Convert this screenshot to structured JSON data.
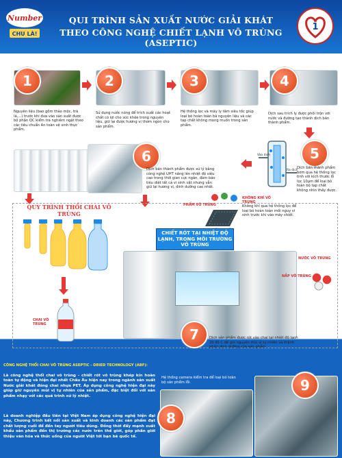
{
  "header": {
    "title_line1": "QUI TRÌNH SẢN XUẤT NƯỚC GIẢI KHÁT",
    "title_line2": "THEO CÔNG NGHỆ CHIẾT LẠNH VÔ TRÙNG (ASEPTIC)",
    "logo_text": "Number",
    "logo_badge": "CHU LÀ!",
    "colors": {
      "header_blue": "#0d47a1",
      "step_orange": "#e64a19",
      "accent_red": "#e53935",
      "panel_blue": "#1565c0"
    }
  },
  "steps": [
    {
      "number": "1",
      "description": "Nguyên liệu (bao gồm thảo mộc, trà lá,...) trước khi đưa vào sản xuất được bộ phận QC kiểm tra nghiêm ngặt theo các tiêu chuẩn An toàn vệ sinh thực phẩm."
    },
    {
      "number": "2",
      "description": "Sử dụng nước nóng để trích xuất các hoạt chất có lợi cho sức khỏe trong nguyên liệu, giữ lại được hương vị thơm ngon cho sản phẩm."
    },
    {
      "number": "3",
      "description": "Hệ thống lọc và máy ly tâm siêu tốc giúp loại bỏ hoàn toàn bã nguyên liệu và các tạp chất không mong muốn trong sản phẩm."
    },
    {
      "number": "4",
      "description": "Dịch sau trích ly được phối trộn với nước và đường tạo thành dịch bán thành phẩm."
    },
    {
      "number": "5",
      "description": "Dịch bán thành phẩm bơm qua hệ thống lọc tinh với kích thước lỗ lọc 10µm để loại bỏ toàn bộ tạp chất không nhìn thấy được."
    },
    {
      "number": "6",
      "description": "Dịch bán thành phẩm được xử lý bằng công nghệ UHT nâng lên nhiệt độ siêu cao trong thời gian cực ngắn, đảm bảo tiêu diệt tất cả vi sinh vật nhưng vẫn giữ lại hương vị, dinh dưỡng cao nhất."
    },
    {
      "number": "7",
      "description": "Dịch sản phẩm được rót vào chai tại nhiệt độ lạnh 20 độ C để giữ nguyên mùi vị tự nhiên và thành phần dinh dưỡng của sản phẩm."
    },
    {
      "number": "8",
      "description": ""
    },
    {
      "number": "9",
      "description": ""
    }
  ],
  "labels": {
    "clean_air": "KHÔNG KHÍ VÔ TRÙNG",
    "clean_air_desc": "Không khí qua hệ thống lọc để loại bỏ hoàn toàn mối nguy vi sinh trước khi vào máy chiết.",
    "sterile_product": "PHẨM VÔ TRÙNG",
    "sterile_water": "NƯỚC VÔ TRÙNG",
    "sterile_cap": "NẮP VÔ TRÙNG",
    "sterile_bottle": "CHAI VÔ TRÙNG",
    "camera": "Hệ thống camera kiểm tra để loại bỏ toàn bộ sản phẩm lỗi.",
    "filter_in": "Vào dịch",
    "filter_out": "Ra dịch",
    "bottle_process_title": "QUY TRÌNH THỔI CHAI VÔ TRÙNG",
    "fill_title": "CHIẾT RÓT TẠI NHIỆT ĐỘ LẠNH, TRONG MÔI TRƯỜNG VÔ TRÙNG"
  },
  "abf": {
    "heading": "CÔNG NGHỆ THỔI CHAI VÔ TRÙNG ASEPTIC - DRIED TECHNOLOGY (ABF):",
    "paragraph1": "Là công nghệ thổi chai vô trùng - chiết rót vô trùng khép kín hoàn toàn tự động và hiện đại nhất Châu Âu hiện nay trong ngành sản xuất Nước giải khát đóng chai nhựa PET. Áp dụng công nghệ hiện đại này giúp giữ nguyên mùi vị tự nhiên của sản phẩm, đặc biệt đối với sản phẩm nhạy với các quá trình xử lý nhiệt.",
    "paragraph2": "Là doanh nghiệp đầu tiên tại Việt Nam áp dụng công nghệ hiện đại này, Chương trình kết nối sản xuất và kinh doanh các sản phẩm đạt chất lượng cuối để đến tay người tiêu dùng. Đồng thời đẩy mạnh xuất khẩu sản phẩm đến thị trường các nước trên thế giới, góp phần giới thiệu văn hóa và thức uống của người Việt tới bạn bè quốc tế."
  }
}
